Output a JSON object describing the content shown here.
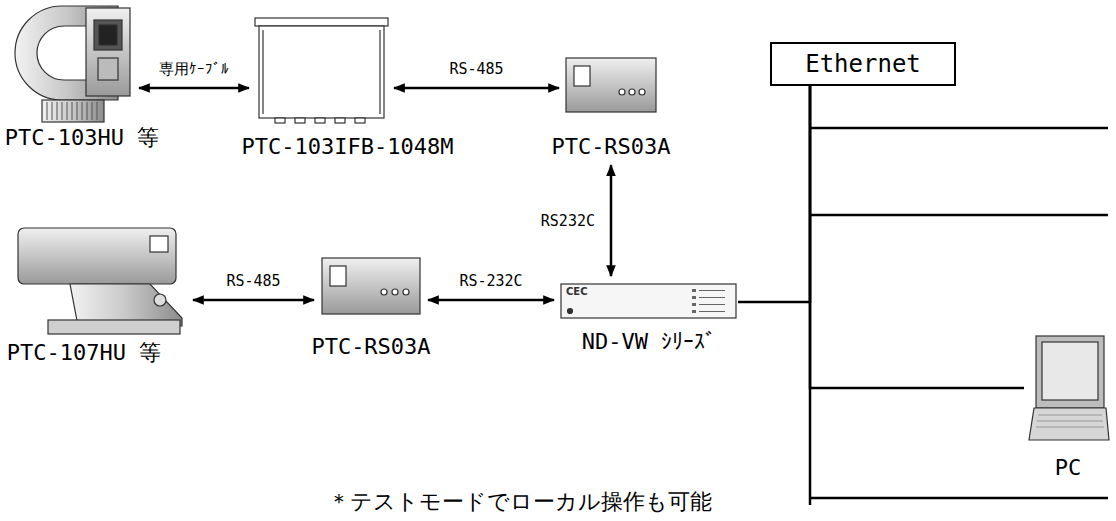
{
  "diagram": {
    "nodes": [
      {
        "text": [
          "PTC-103HU 等"
        ]
      },
      {
        "text": [
          "PTC-103IFB-1048M"
        ]
      },
      {
        "text": [
          "PTC-RS03A"
        ]
      },
      {
        "text": [
          "PTC-107HU 等"
        ]
      },
      {
        "text": [
          "PTC-RS03A"
        ]
      },
      {
        "text": [
          "ND-VW ｼﾘｰｽﾞ"
        ]
      },
      {
        "text": [
          "Ethernet"
        ]
      },
      {
        "text": [
          "PC"
        ]
      }
    ],
    "edges": [
      {
        "from": 0,
        "to": 1,
        "arrow": "both",
        "label": "専用ｹｰﾌﾞﾙ"
      },
      {
        "from": 1,
        "to": 2,
        "arrow": "both",
        "label": "RS-485"
      },
      {
        "from": 2,
        "to": 5,
        "arrow": "both",
        "label": "RS232C"
      },
      {
        "from": 3,
        "to": 4,
        "arrow": "both",
        "label": "RS-485"
      },
      {
        "from": 4,
        "to": 5,
        "arrow": "both",
        "label": "RS-232C"
      },
      {
        "from": 5,
        "to": 6,
        "arrow": "none"
      },
      {
        "from": 7,
        "to": 6,
        "arrow": "none"
      }
    ],
    "labels": [
      "CEC",
      "＊テストモードでローカル操作も可能"
    ]
  }
}
